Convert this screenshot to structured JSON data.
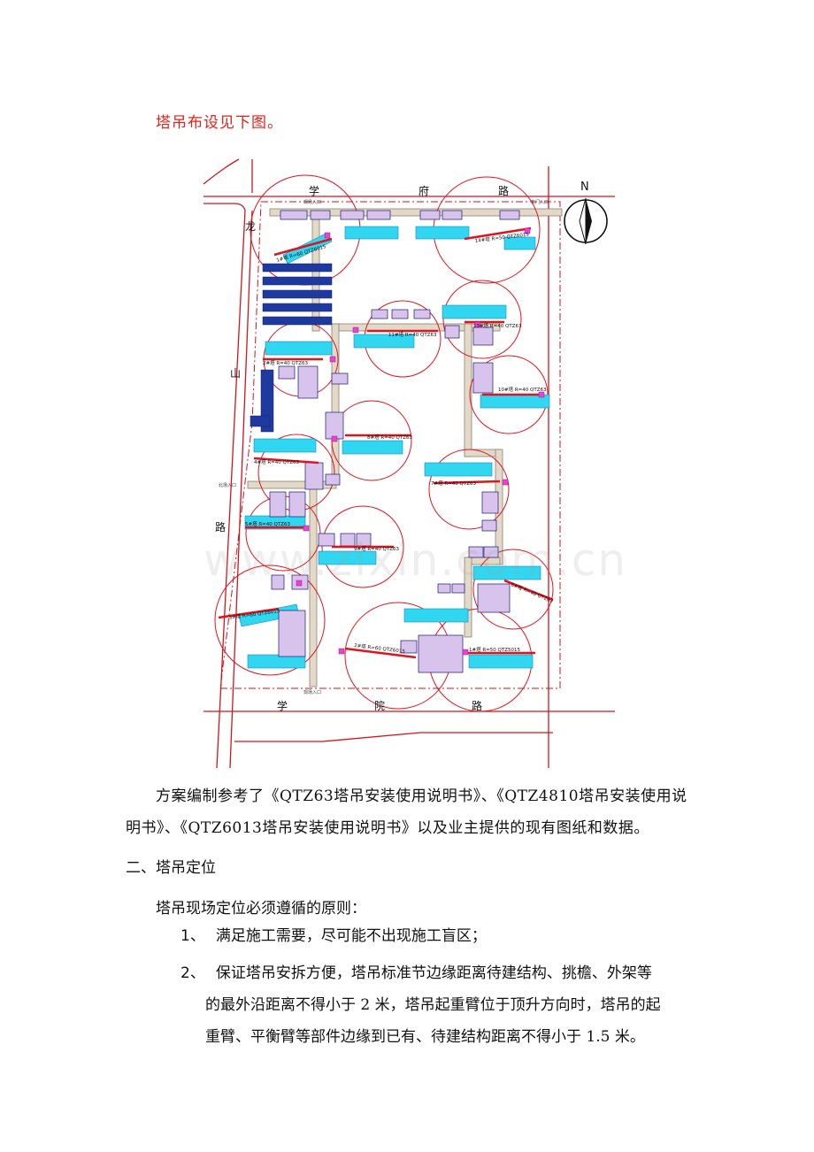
{
  "intro": "塔吊布设见下图。",
  "plan": {
    "north": "N",
    "roads": {
      "top": [
        "学",
        "府",
        "路"
      ],
      "left": [
        "龙",
        "山",
        "路"
      ],
      "bottom": [
        "学",
        "院",
        "路"
      ]
    },
    "entrances": [
      "现场入口",
      "东门入口",
      "北场入口",
      "现场入口"
    ],
    "crane_labels": [
      "1#塔 R=60 QTZ6015",
      "14#塔 R=50 QTZ6015",
      "11#塔 R=40 QTZ63",
      "13#塔 R=40 QTZ63",
      "2#塔 R=40 QTZ63",
      "10#塔 R=40 QTZ63",
      "8#塔 R=40 QTZ63",
      "4#塔 R=40 QTZ63",
      "7#塔 R=40 QTZ63",
      "5#塔 R=40 QTZ63",
      "9#塔 R=40 QTZ63",
      "6#塔 R=40 QTZ63",
      "3#塔 R=60 QTZ6015",
      "2#塔 R=60 QTZ6015",
      "1#塔 R=50 QTZ5015"
    ]
  },
  "watermark": "www.zixin.com.cn",
  "p1": "方案编制参考了《QTZ63塔吊安装使用说明书》、《QTZ4810塔吊安装使用说明书》、《QTZ6013塔吊安装使用说明书》以及业主提供的现有图纸和数据。",
  "h2": "二、塔吊定位",
  "p2": "塔吊现场定位必须遵循的原则：",
  "li1": {
    "num": "1、",
    "text": "满足施工需要，尽可能不出现施工盲区；"
  },
  "li2": {
    "num": "2、",
    "line1": "保证塔吊安拆方便，塔吊标准节边缘距离待建结构、挑檐、外架等",
    "line2": "的最外沿距离不得小于 2 米，塔吊起重臂位于顶升方向时，塔吊的起",
    "line3": "重臂、平衡臂等部件边缘到已有、待建结构距离不得小于 1.5 米。"
  }
}
